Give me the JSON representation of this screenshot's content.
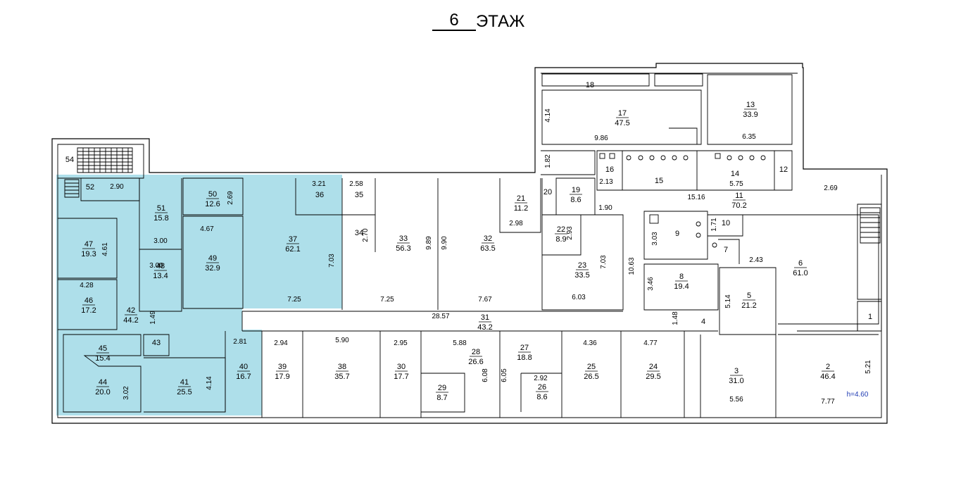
{
  "header": {
    "floor_number": "6",
    "floor_word": "ЭТАЖ"
  },
  "height_note": "h=4.60",
  "rooms": [
    {
      "no": "1",
      "area": ""
    },
    {
      "no": "2",
      "area": "46.4"
    },
    {
      "no": "3",
      "area": "31.0"
    },
    {
      "no": "4",
      "area": ""
    },
    {
      "no": "5",
      "area": "21.2"
    },
    {
      "no": "6",
      "area": "61.0"
    },
    {
      "no": "7",
      "area": ""
    },
    {
      "no": "8",
      "area": "19.4"
    },
    {
      "no": "9",
      "area": ""
    },
    {
      "no": "10",
      "area": ""
    },
    {
      "no": "11",
      "area": "70.2"
    },
    {
      "no": "12",
      "area": ""
    },
    {
      "no": "13",
      "area": "33.9"
    },
    {
      "no": "14",
      "area": ""
    },
    {
      "no": "15",
      "area": ""
    },
    {
      "no": "16",
      "area": ""
    },
    {
      "no": "17",
      "area": "47.5"
    },
    {
      "no": "18",
      "area": ""
    },
    {
      "no": "19",
      "area": "8.6"
    },
    {
      "no": "20",
      "area": ""
    },
    {
      "no": "21",
      "area": "11.2"
    },
    {
      "no": "22",
      "area": "8.9"
    },
    {
      "no": "23",
      "area": "33.5"
    },
    {
      "no": "24",
      "area": "29.5"
    },
    {
      "no": "25",
      "area": "26.5"
    },
    {
      "no": "26",
      "area": "8.6"
    },
    {
      "no": "27",
      "area": "18.8"
    },
    {
      "no": "28",
      "area": "26.6"
    },
    {
      "no": "29",
      "area": "8.7"
    },
    {
      "no": "30",
      "area": "17.7"
    },
    {
      "no": "31",
      "area": "43.2"
    },
    {
      "no": "32",
      "area": "63.5"
    },
    {
      "no": "33",
      "area": "56.3"
    },
    {
      "no": "34",
      "area": ""
    },
    {
      "no": "35",
      "area": ""
    },
    {
      "no": "36",
      "area": ""
    },
    {
      "no": "37",
      "area": "62.1"
    },
    {
      "no": "38",
      "area": "35.7"
    },
    {
      "no": "39",
      "area": "17.9"
    },
    {
      "no": "40",
      "area": "16.7"
    },
    {
      "no": "41",
      "area": "25.5"
    },
    {
      "no": "42",
      "area": "44.2"
    },
    {
      "no": "43",
      "area": ""
    },
    {
      "no": "44",
      "area": "20.0"
    },
    {
      "no": "45",
      "area": "15.4"
    },
    {
      "no": "46",
      "area": "17.2"
    },
    {
      "no": "47",
      "area": "19.3"
    },
    {
      "no": "48",
      "area": "13.4"
    },
    {
      "no": "49",
      "area": "32.9"
    },
    {
      "no": "50",
      "area": "12.6"
    },
    {
      "no": "51",
      "area": "15.8"
    },
    {
      "no": "52",
      "area": ""
    },
    {
      "no": "54",
      "area": ""
    }
  ],
  "dimensions": [
    "2.90",
    "4.61",
    "4.28",
    "1.49",
    "3.02",
    "2.81",
    "4.14",
    "3.00",
    "3.00",
    "4.67",
    "2.69",
    "3.21",
    "2.58",
    "2.70",
    "7.03",
    "7.25",
    "9.89",
    "7.25",
    "9.90",
    "7.67",
    "2.98",
    "28.57",
    "2.94",
    "5.90",
    "2.95",
    "5.88",
    "6.08",
    "6.05",
    "2.92",
    "4.36",
    "4.77",
    "4.14",
    "9.86",
    "6.35",
    "1.82",
    "2.13",
    "5.75",
    "15.16",
    "2.69",
    "2.93",
    "7.03",
    "6.03",
    "1.90",
    "10.63",
    "3.03",
    "1.71",
    "2.43",
    "3.46",
    "5.14",
    "1.48",
    "5.56",
    "7.77",
    "5.21"
  ]
}
